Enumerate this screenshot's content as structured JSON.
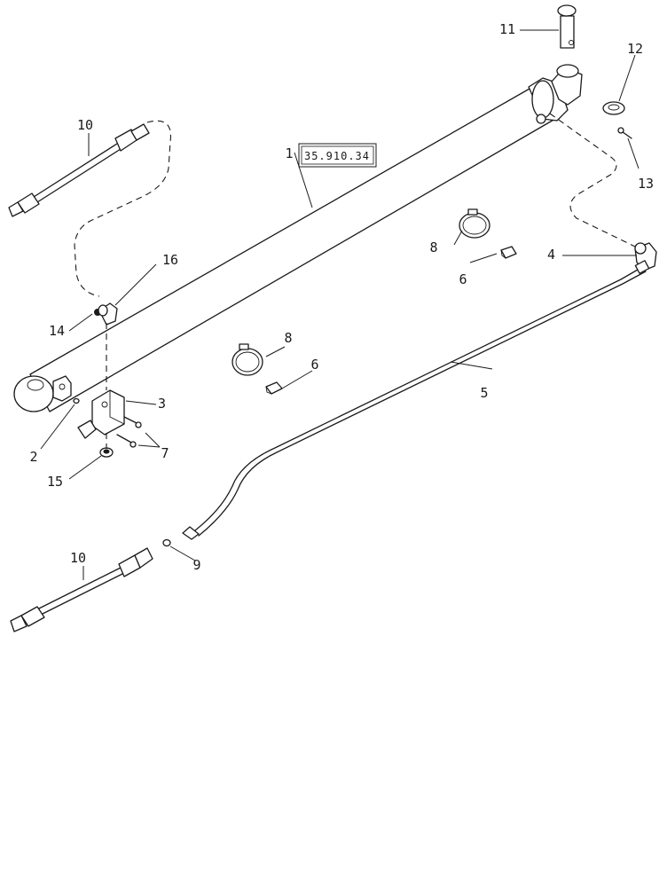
{
  "reference_box": "35.910.34",
  "callouts": {
    "c1": "1",
    "c2": "2",
    "c3": "3",
    "c4": "4",
    "c5": "5",
    "c6a": "6",
    "c6b": "6",
    "c7": "7",
    "c8a": "8",
    "c8b": "8",
    "c9": "9",
    "c10a": "10",
    "c10b": "10",
    "c11": "11",
    "c12": "12",
    "c13": "13",
    "c14": "14",
    "c15": "15",
    "c16": "16"
  }
}
